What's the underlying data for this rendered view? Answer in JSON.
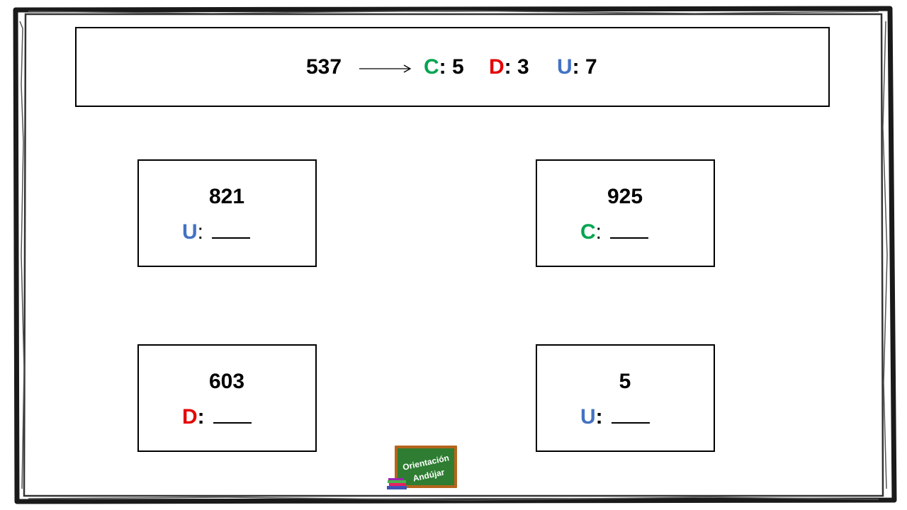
{
  "example": {
    "number": "537",
    "c_letter": "C",
    "c_value": ": 5",
    "d_letter": "D",
    "d_value": ": 3",
    "u_letter": "U",
    "u_value": ": 7"
  },
  "exercises": [
    {
      "number": "821",
      "letter": "U",
      "colon": ":"
    },
    {
      "number": "925",
      "letter": "C",
      "colon": ":"
    },
    {
      "number": "603",
      "letter": "D",
      "colon": ":"
    },
    {
      "number": "5",
      "letter": "U",
      "colon": ":"
    }
  ],
  "logo": {
    "line1": "Orientación",
    "line2": "Andújar",
    "board_color": "#2e7d32",
    "frame_color": "#b5651d"
  },
  "colors": {
    "centenas": "#00a550",
    "decenas": "#e60000",
    "unidades": "#4472c4"
  }
}
